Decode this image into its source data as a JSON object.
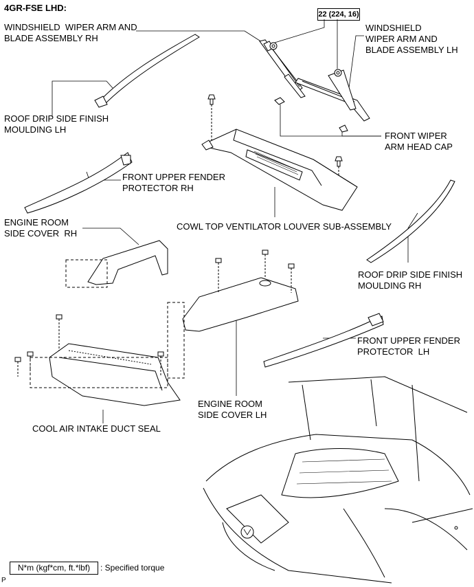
{
  "header": {
    "title": "4GR-FSE LHD:"
  },
  "torque": {
    "value": "22 (224, 16)"
  },
  "labels": {
    "wiper_rh": "WINDSHIELD  WIPER ARM AND\nBLADE ASSEMBLY RH",
    "wiper_lh": "WINDSHIELD\nWIPER ARM AND\nBLADE ASSEMBLY LH",
    "roof_drip_lh": "ROOF DRIP SIDE FINISH\nMOULDING LH",
    "wiper_cap": "FRONT WIPER\nARM HEAD CAP",
    "fender_rh": "FRONT UPPER FENDER\nPROTECTOR RH",
    "engine_cover_rh": "ENGINE ROOM\nSIDE COVER  RH",
    "cowl": "COWL TOP VENTILATOR LOUVER SUB-ASSEMBLY",
    "roof_drip_rh": "ROOF DRIP SIDE FINISH\nMOULDING RH",
    "fender_lh": "FRONT UPPER FENDER\nPROTECTOR  LH",
    "engine_cover_lh": "ENGINE ROOM\nSIDE COVER LH",
    "intake_seal": "COOL AIR INTAKE DUCT SEAL"
  },
  "legend": {
    "unit": "N*m (kgf*cm, ft.*lbf)",
    "text": ": Specified torque"
  },
  "corner": {
    "mark": "P"
  }
}
